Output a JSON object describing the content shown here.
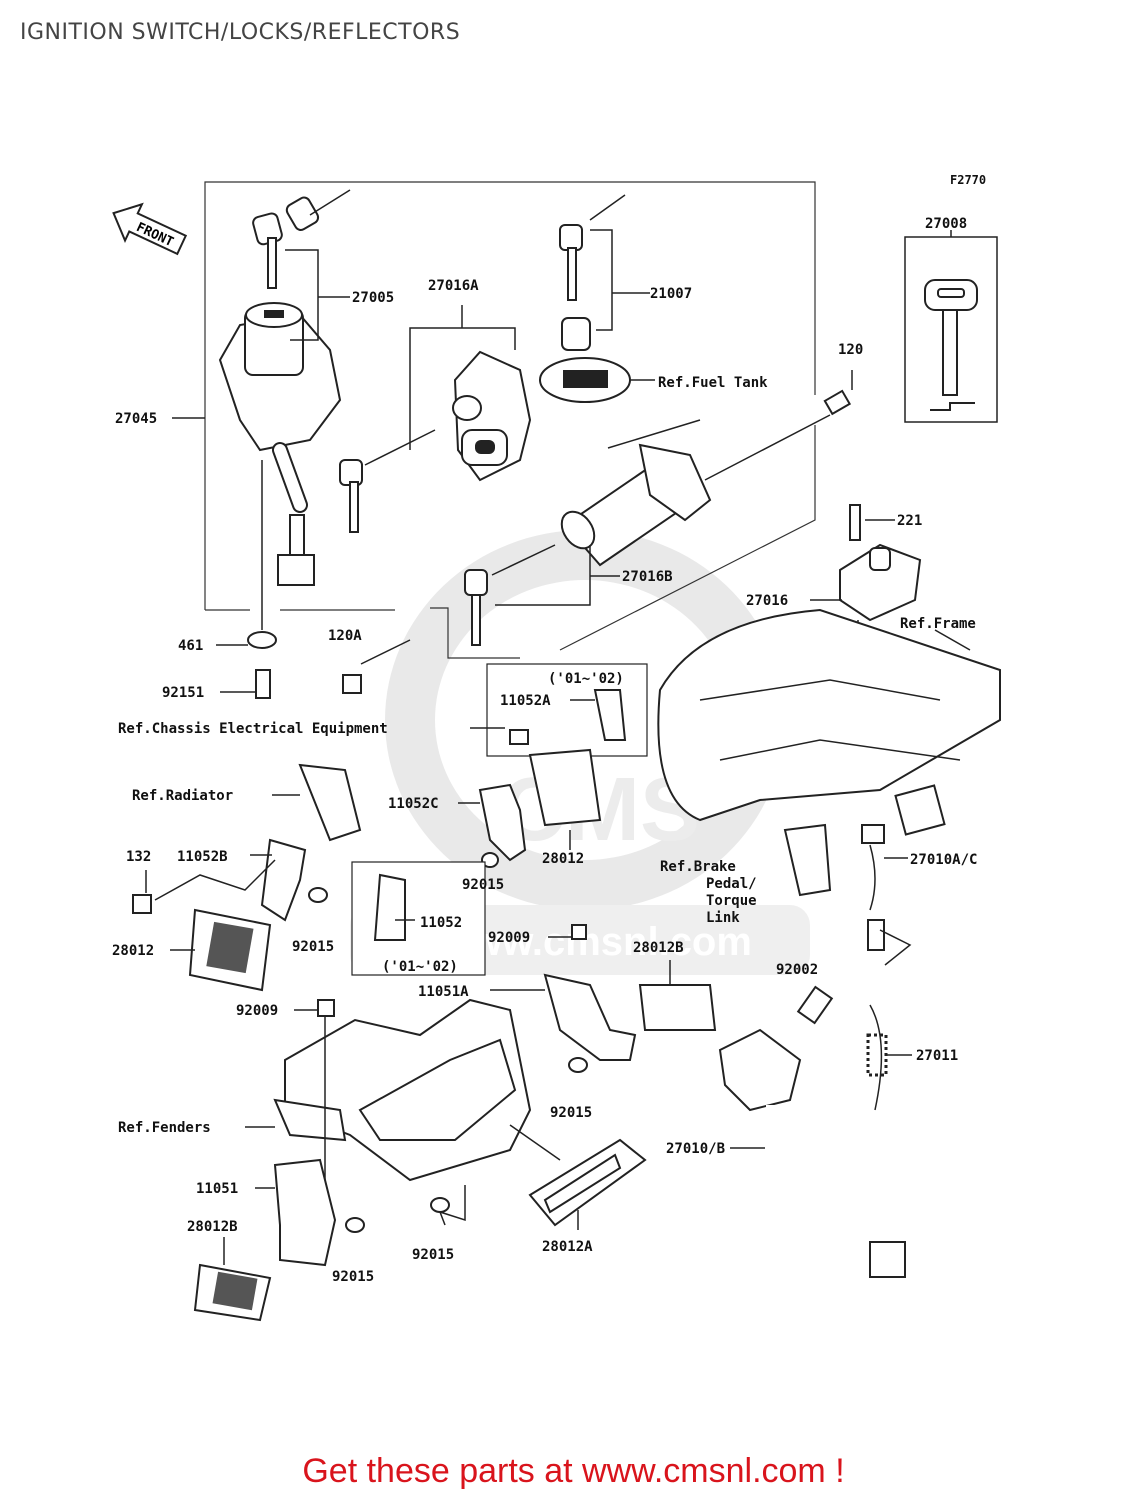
{
  "header": {
    "title": "IGNITION SWITCH/LOCKS/REFLECTORS"
  },
  "diagram": {
    "figure_code": "F2770",
    "front_label": "FRONT",
    "watermark_text": "www.cmsnl.com",
    "watermark_logo": "CMS",
    "labels": {
      "p27005": "27005",
      "p27016A": "27016A",
      "p21007": "21007",
      "p27008": "27008",
      "p27045": "27045",
      "ref_fuel_tank": "Ref.Fuel Tank",
      "p120": "120",
      "p221": "221",
      "p27016B": "27016B",
      "p27016": "27016",
      "ref_frame": "Ref.Frame",
      "p461": "461",
      "p120A": "120A",
      "p92151": "92151",
      "years_1": "('01~'02)",
      "p11052A": "11052A",
      "ref_chassis": "Ref.Chassis Electrical Equipment",
      "ref_radiator": "Ref.Radiator",
      "p11052C": "11052C",
      "p132": "132",
      "p11052B": "11052B",
      "p28012_a": "28012",
      "ref_brake_1": "Ref.Brake",
      "ref_brake_2": "Pedal/",
      "ref_brake_3": "Torque",
      "ref_brake_4": "Link",
      "p27010AC": "27010A/C",
      "p92015_a": "92015",
      "p11052": "11052",
      "p28012_b": "28012",
      "p92015_b": "92015",
      "p92009_a": "92009",
      "p28012B_a": "28012B",
      "years_2": "('01~'02)",
      "p92002": "92002",
      "p11051A": "11051A",
      "p92009_b": "92009",
      "p27011": "27011",
      "p92015_c": "92015",
      "ref_fenders": "Ref.Fenders",
      "p27010B": "27010/B",
      "p11051": "11051",
      "p28012B_b": "28012B",
      "p92015_d": "92015",
      "p28012A": "28012A",
      "p92015_e": "92015"
    }
  },
  "footer": {
    "cta": "Get these parts at www.cmsnl.com !"
  },
  "colors": {
    "cta": "#d9141c",
    "ink": "#222222",
    "watermark": "#e9e9e9"
  },
  "icons": [
    "front-arrow-icon",
    "key-icon",
    "lock-icon"
  ]
}
